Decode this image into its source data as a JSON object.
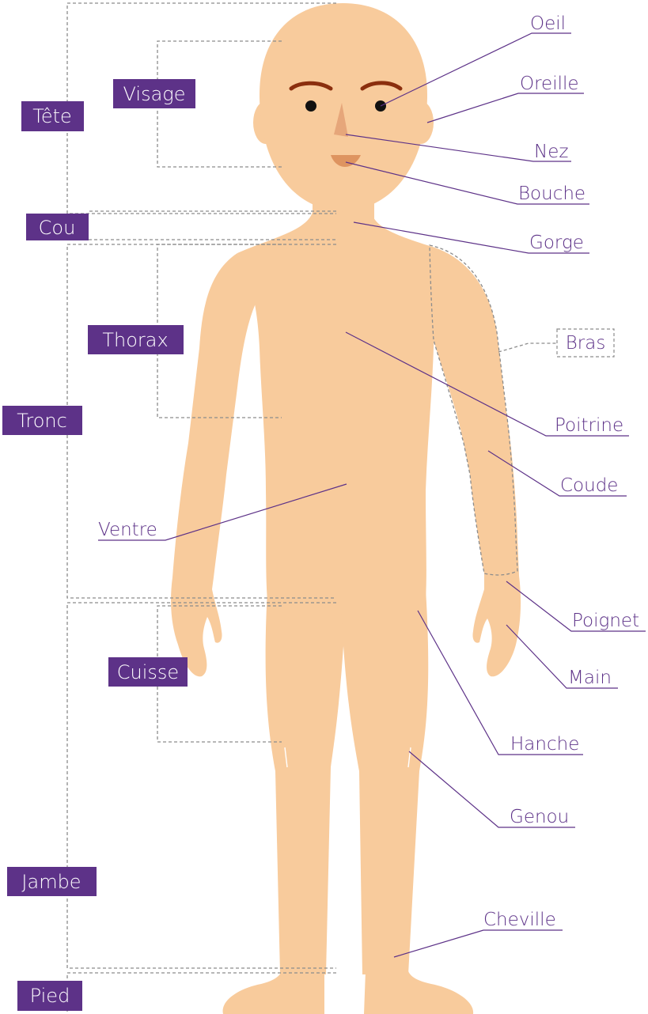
{
  "colors": {
    "skin": "#f8cb9c",
    "skin_shade": "#e6a67a",
    "eyebrow": "#8b2f0e",
    "eye": "#111111",
    "mouth": "#de9460",
    "label_box": "#5d3288",
    "leader_line": "#5d3288",
    "label_text": "#5d3288",
    "dashed_bracket": "#8c8c8c"
  },
  "region_labels": {
    "tete": "Tête",
    "visage": "Visage",
    "cou": "Cou",
    "thorax": "Thorax",
    "tronc": "Tronc",
    "cuisse": "Cuisse",
    "jambe": "Jambe",
    "pied": "Pied"
  },
  "part_labels": {
    "oeil": "Oeil",
    "oreille": "Oreille",
    "nez": "Nez",
    "bouche": "Bouche",
    "gorge": "Gorge",
    "bras": "Bras",
    "poitrine": "Poitrine",
    "coude": "Coude",
    "ventre": "Ventre",
    "poignet": "Poignet",
    "main": "Main",
    "hanche": "Hanche",
    "genou": "Genou",
    "cheville": "Cheville"
  }
}
